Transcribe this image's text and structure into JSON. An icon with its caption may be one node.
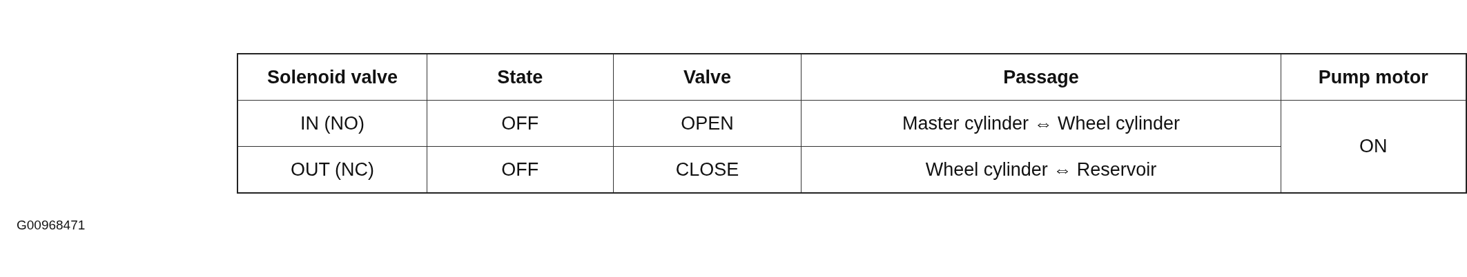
{
  "diagram": {
    "labels": [
      "Solenoid valve",
      "State",
      "Valve",
      "Passage",
      "Pump motor",
      "IN (NO)",
      "OFF",
      "OPEN",
      "Master cylinder ⇔ Wheel cylinder",
      "ON",
      "OUT (NC)",
      "OFF",
      "CLOSE",
      "Wheel cylinder ⇔ Reservoir",
      "G00968471"
    ]
  }
}
